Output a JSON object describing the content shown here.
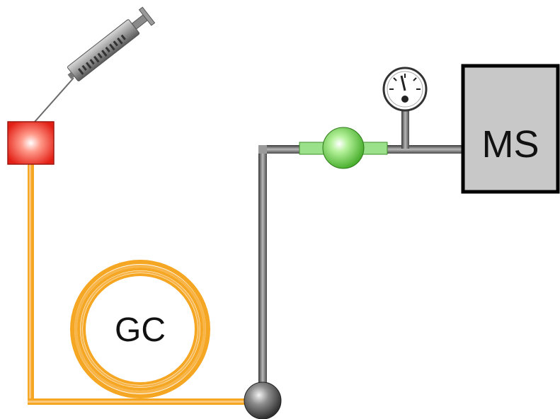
{
  "labels": {
    "gc": "GC",
    "ms": "MS"
  },
  "components": {
    "syringe": "syringe-icon",
    "injector": "injector-port",
    "column": "gc-column-coil",
    "junction": "junction-ball",
    "valve": "valve-ball",
    "gauge": "pressure-gauge-icon",
    "detector": "ms-detector"
  },
  "colors": {
    "column_orange": "#f5a623",
    "column_light": "#fbc77a",
    "pipe_gray": "#8a8a8a",
    "pipe_dark": "#444444",
    "injector_red": "#e8281e",
    "valve_green": "#6fd34a",
    "valve_connector": "#9be08a",
    "ms_fill": "#c8c8c8",
    "ms_border": "#000000"
  }
}
